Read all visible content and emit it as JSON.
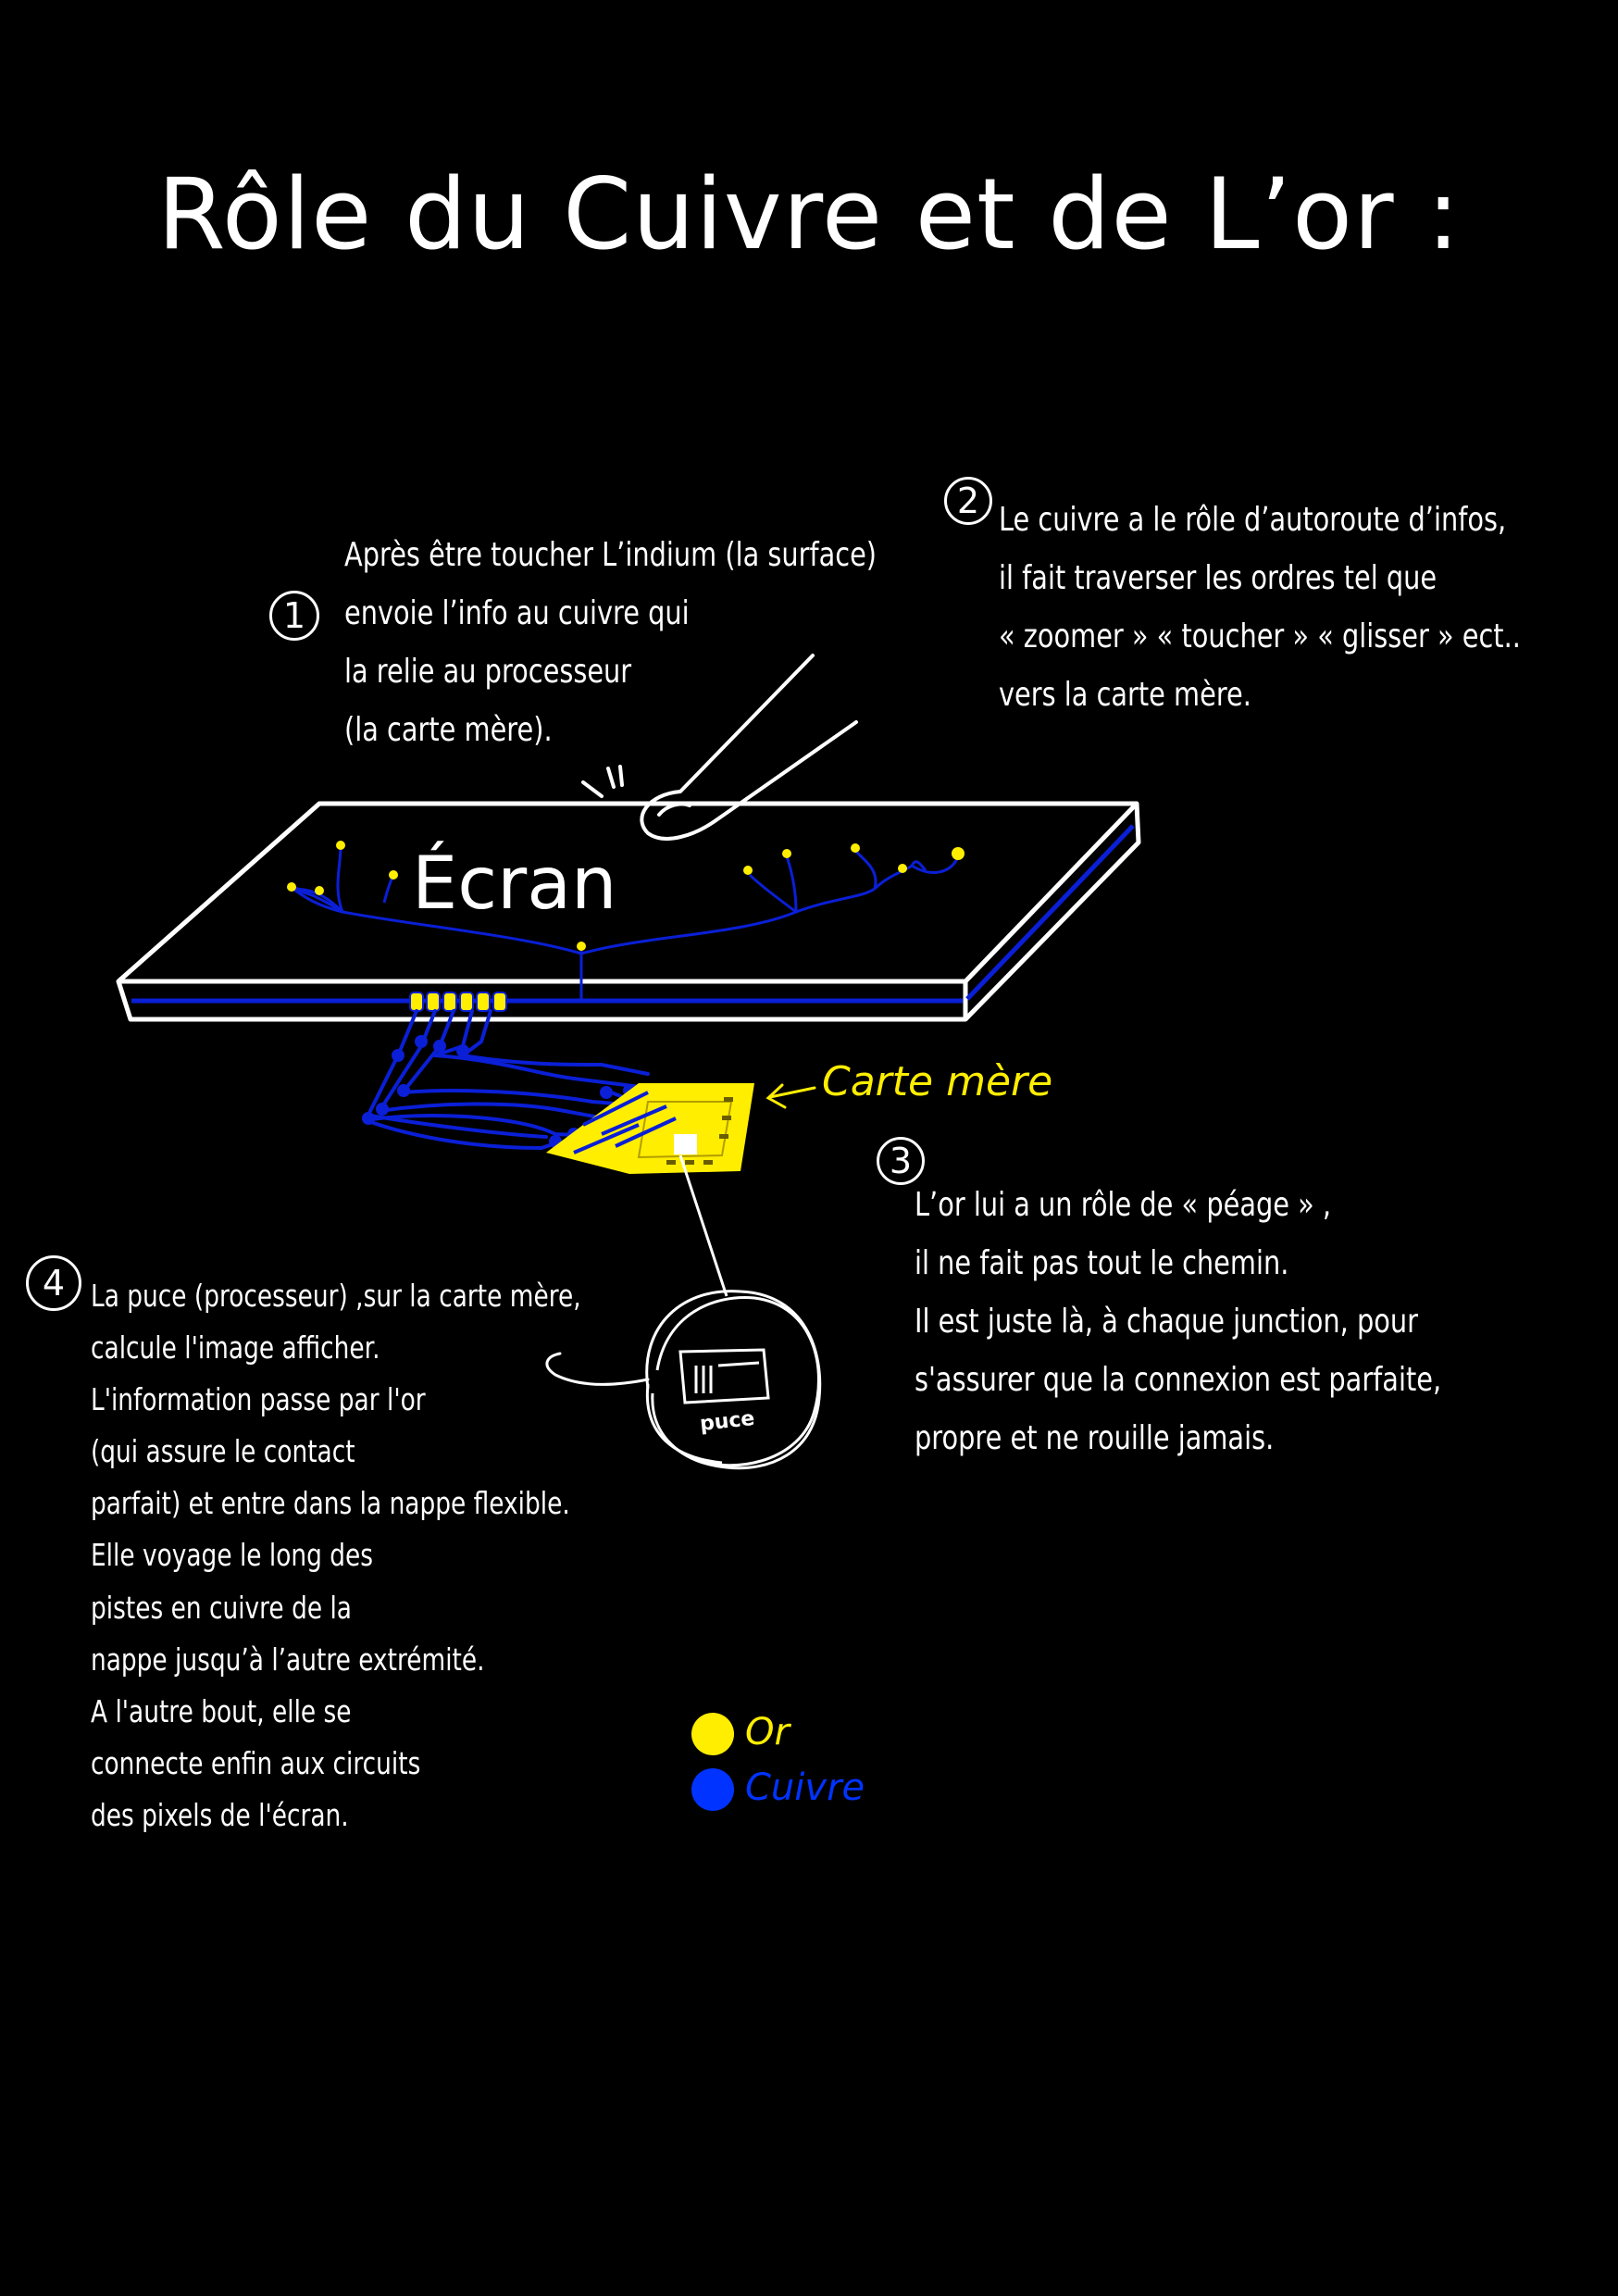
{
  "title": "Rôle du Cuivre et de L’or :",
  "labels": {
    "screen": "Écran",
    "motherboard": "Carte mère",
    "chip": "puce"
  },
  "steps": [
    {
      "number": "1",
      "lines": [
        "Après être toucher L’indium (la surface)",
        "envoie l’info au cuivre qui",
        "la relie au processeur",
        " (la carte mère)."
      ]
    },
    {
      "number": "2",
      "lines": [
        "Le cuivre a le rôle d’autoroute d’infos,",
        "il fait traverser les ordres tel que",
        "« zoomer » « toucher » « glisser » ect..",
        "vers la carte mère."
      ]
    },
    {
      "number": "3",
      "lines": [
        "L’or lui a un rôle de « péage » ,",
        "il ne fait pas tout le chemin.",
        "Il est juste là, à chaque junction, pour",
        "s'assurer que la connexion est parfaite,",
        "propre et ne rouille jamais."
      ]
    },
    {
      "number": "4",
      "lines": [
        "La puce (processeur) ,sur la carte mère,",
        "calcule l'image afficher.",
        "L'information passe par l'or",
        " (qui assure le contact",
        "parfait) et entre dans la nappe flexible.",
        "Elle voyage le long des",
        " pistes en cuivre de la",
        "nappe jusqu’à l’autre extrémité.",
        "A l'autre bout, elle se",
        "connecte enfin aux circuits",
        "des pixels de l'écran."
      ]
    }
  ],
  "legend": [
    {
      "label": "Or",
      "color": "#ffee00"
    },
    {
      "label": "Cuivre",
      "color": "#0033ff"
    }
  ],
  "colors": {
    "gold": "#ffee00",
    "copper": "#0a1fd6",
    "background": "#000000",
    "ink": "#ffffff"
  }
}
